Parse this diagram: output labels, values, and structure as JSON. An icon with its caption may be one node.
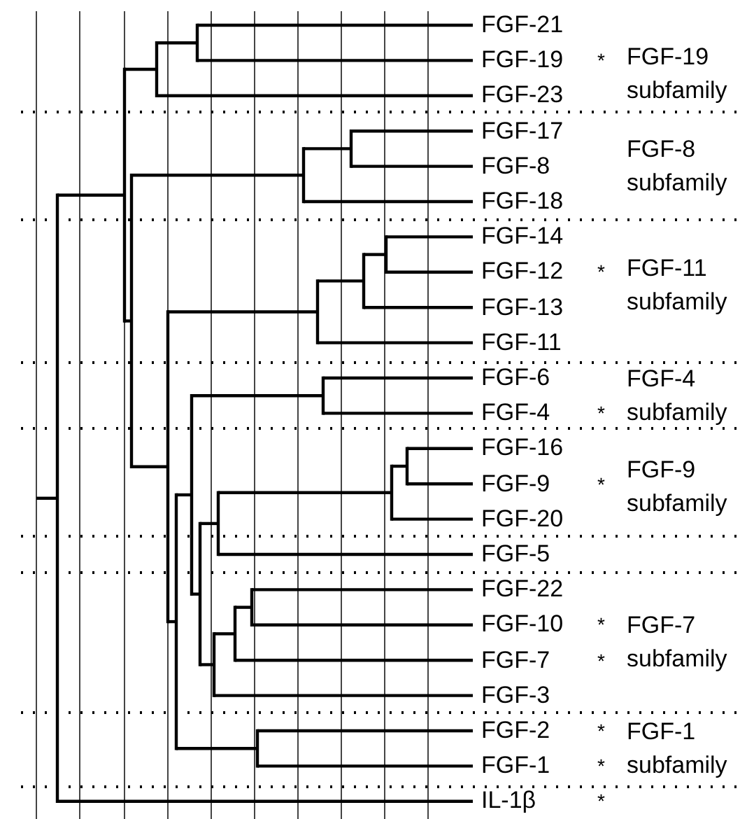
{
  "diagram": {
    "labels": [
      "FGF-21",
      "FGF-19",
      "*",
      "FGF-19 subfamily",
      "FGF-23",
      "FGF-17",
      "FGF-8",
      "FGF-8 subfamily",
      "FGF-18",
      "FGF-14",
      "FGF-12",
      "*",
      "FGF-11 subfamily",
      "FGF-13",
      "FGF-11",
      "FGF-6",
      "FGF-4 subfamily",
      "FGF-4",
      "*",
      "FGF-16",
      "FGF-9",
      "*",
      "FGF-9 subfamily",
      "FGF-20",
      "FGF-5",
      "FGF-22",
      "FGF-10",
      "*",
      "FGF-7 subfamily",
      "FGF-7",
      "*",
      "FGF-3",
      "FGF-2",
      "*",
      "FGF-1 subfamily",
      "FGF-1",
      "*",
      "IL-1β",
      "*"
    ]
  }
}
